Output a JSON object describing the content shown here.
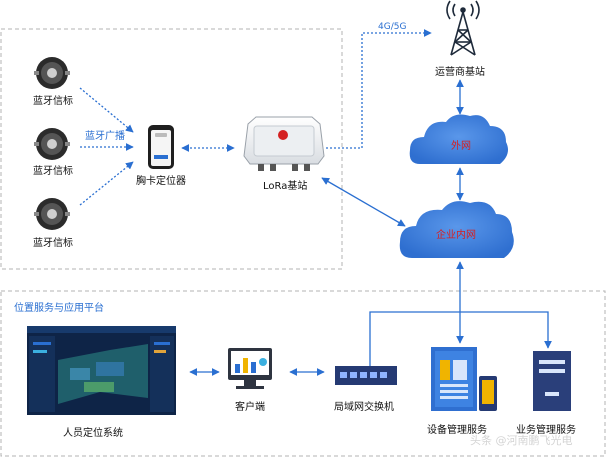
{
  "labels": {
    "beacon_1": "蓝牙信标",
    "beacon_2": "蓝牙信标",
    "beacon_3": "蓝牙信标",
    "bt_broadcast": "蓝牙广播",
    "badge": "胸卡定位器",
    "lora": "LoRa基站",
    "network_4g": "4G/5G",
    "carrier": "运营商基站",
    "internet": "外网",
    "intranet": "企业内网",
    "platform_title": "位置服务与应用平台",
    "client": "客户端",
    "switch": "局域网交换机",
    "device_mgmt": "设备管理服务",
    "biz_mgmt": "业务管理服务",
    "person_system": "人员定位系统"
  },
  "watermark": "头条 @河南鹏飞光电"
}
